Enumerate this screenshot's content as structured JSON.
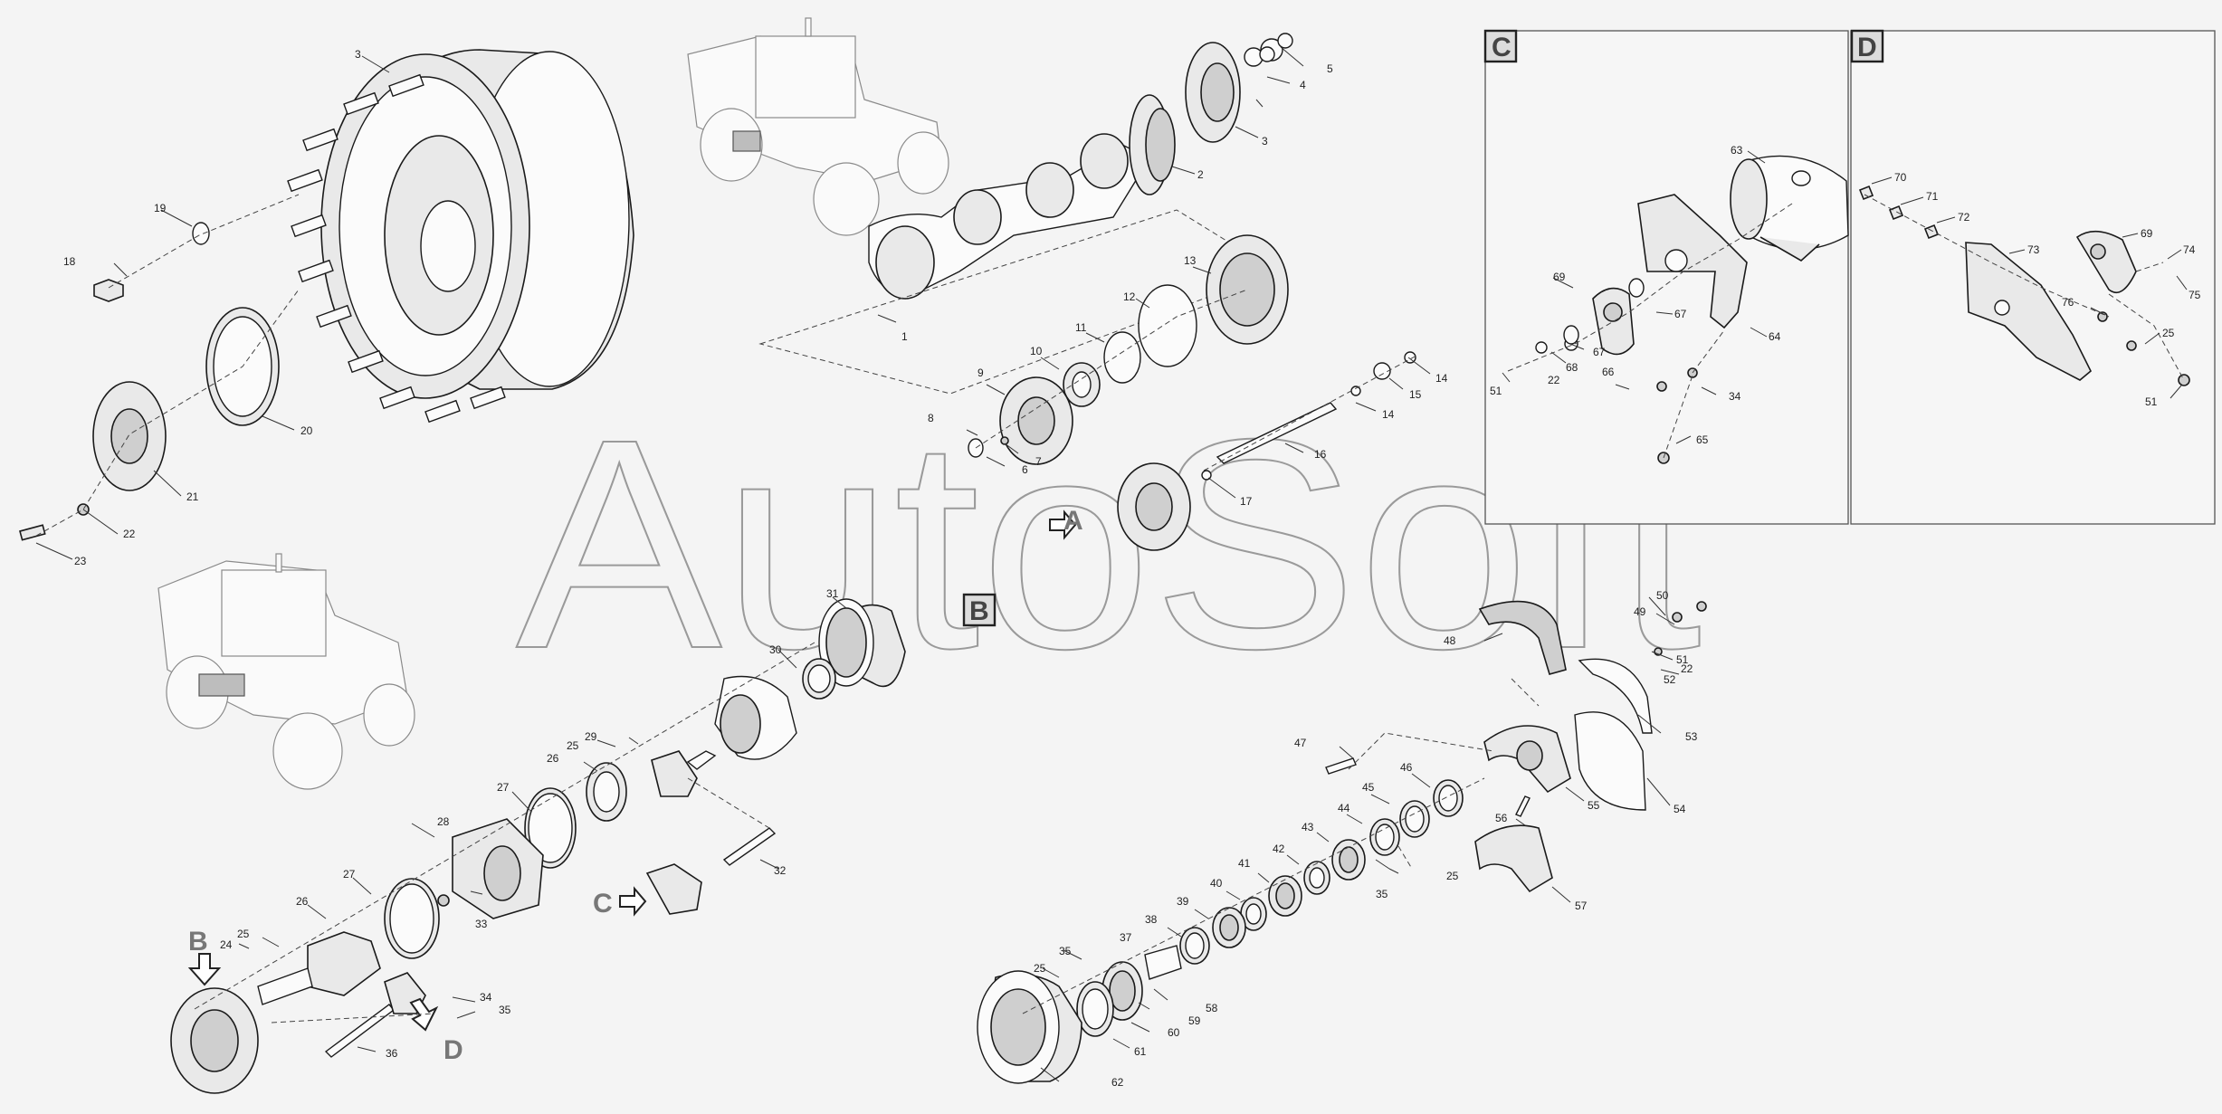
{
  "watermark": "AutoSoft",
  "views": {
    "panel_c_tag": "C",
    "panel_d_tag": "D",
    "b_tag": "B",
    "arrow_a": "A",
    "arrow_b": "B",
    "arrow_c": "C",
    "arrow_d": "D"
  },
  "callouts": {
    "n1": "1",
    "n2": "2",
    "n3": "3",
    "n3b": "3",
    "n4": "4",
    "n5": "5",
    "n6": "6",
    "n7": "7",
    "n8": "8",
    "n9": "9",
    "n10": "10",
    "n11": "11",
    "n12": "12",
    "n13": "13",
    "n14a": "14",
    "n14b": "14",
    "n15": "15",
    "n16": "16",
    "n17": "17",
    "n18": "18",
    "n19": "19",
    "n20": "20",
    "n21": "21",
    "n22": "22",
    "n23": "23",
    "n24": "24",
    "n25a": "25",
    "n25b": "25",
    "n26a": "26",
    "n26b": "26",
    "n27a": "27",
    "n27b": "27",
    "n28": "28",
    "n29": "29",
    "n30": "30",
    "n31": "31",
    "n32": "32",
    "n33": "33",
    "n34": "34",
    "n35a": "35",
    "n36": "36",
    "n37": "37",
    "n38": "38",
    "n39": "39",
    "n40": "40",
    "n41": "41",
    "n42": "42",
    "n43": "43",
    "n44": "44",
    "n45": "45",
    "n46": "46",
    "n47": "47",
    "n48": "48",
    "n49": "49",
    "n50": "50",
    "n51": "51",
    "n52": "52",
    "n53": "53",
    "n54": "54",
    "n55": "55",
    "n56": "56",
    "n57": "57",
    "n25c": "25",
    "n35b": "35",
    "n25d": "25",
    "n35c": "35",
    "n58": "58",
    "n59": "59",
    "n60": "60",
    "n61": "61",
    "n62": "62",
    "n22b": "22",
    "c63": "63",
    "c64": "64",
    "c65": "65",
    "c66": "66",
    "c67a": "67",
    "c67b": "67",
    "c68": "68",
    "c69": "69",
    "c34": "34",
    "c22": "22",
    "c51": "51",
    "d69": "69",
    "d70": "70",
    "d71": "71",
    "d72": "72",
    "d73": "73",
    "d74": "74",
    "d75": "75",
    "d76": "76",
    "d25": "25",
    "d51": "51"
  }
}
